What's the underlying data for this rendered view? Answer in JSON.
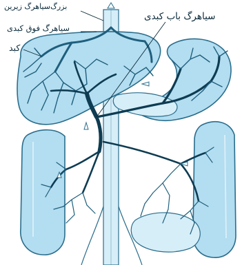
{
  "labels": {
    "inferior_vena_cava": "بزرگ‌سیاهرگ زیرین",
    "hepatic_veins": "سیاهرگ فوق کبدی",
    "liver": "کبد",
    "portal_vein": "سیاهرگ باب کبدی"
  },
  "colors": {
    "organ_fill": "#b3ddf0",
    "organ_light": "#d6eef8",
    "vessel": "#1e5f7d",
    "vessel_dark": "#0e3c52",
    "outline": "#2a6d8c",
    "label": "#0b2a3a",
    "background": "#ffffff"
  }
}
